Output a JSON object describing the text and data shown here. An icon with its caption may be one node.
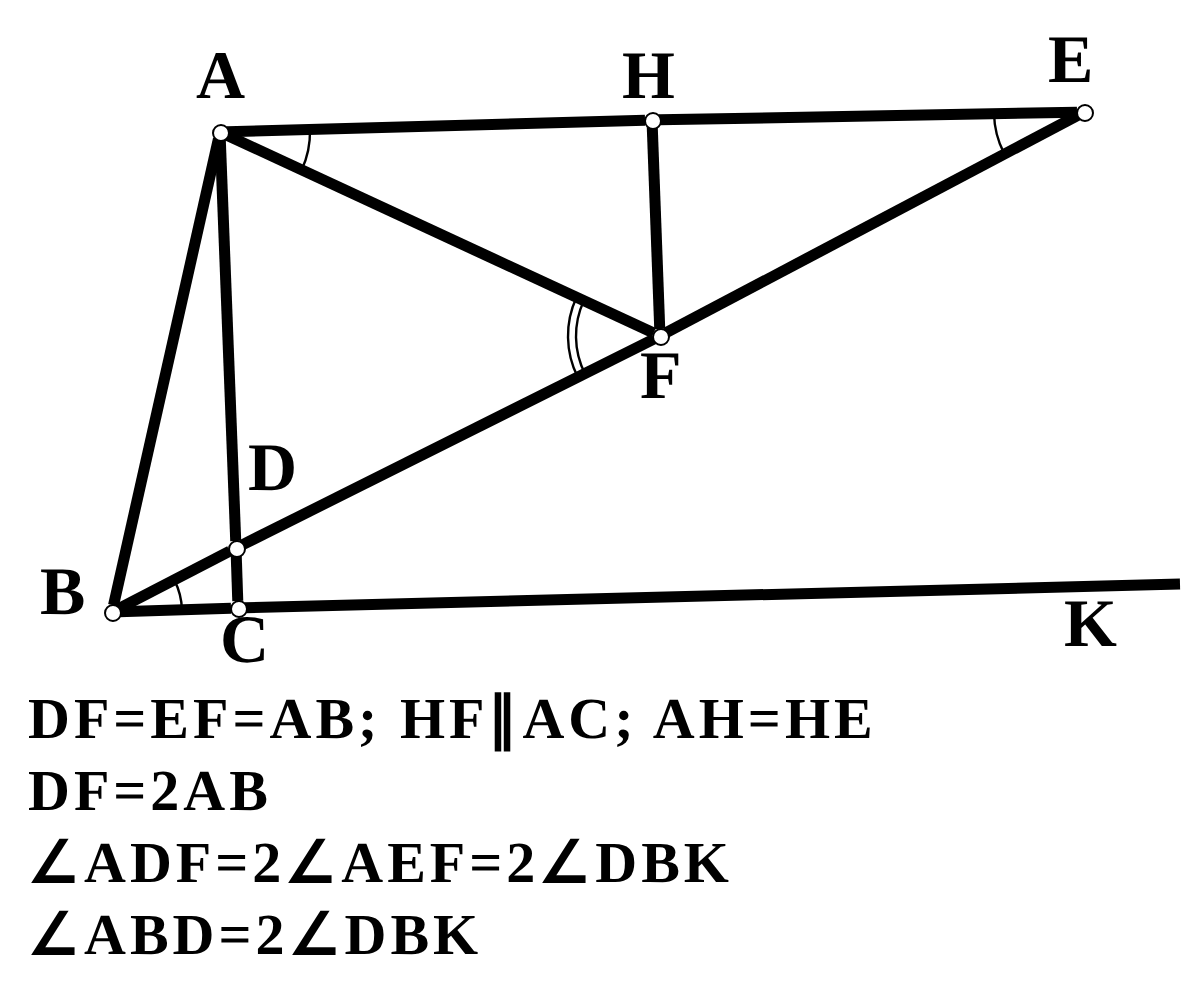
{
  "diagram": {
    "nodes": [
      {
        "text": [],
        "shape": "circle",
        "beside": [
          "A"
        ]
      },
      {
        "text": [],
        "shape": "circle",
        "beside": [
          "H"
        ]
      },
      {
        "text": [],
        "shape": "circle",
        "beside": [
          "E"
        ]
      },
      {
        "text": [],
        "shape": "circle",
        "beside": [
          "F"
        ]
      },
      {
        "text": [],
        "shape": "circle",
        "beside": [
          "D"
        ]
      },
      {
        "text": [],
        "shape": "circle",
        "beside": [
          "B"
        ]
      },
      {
        "text": [],
        "shape": "circle",
        "beside": [
          "C"
        ]
      }
    ],
    "edges": [
      {
        "from": 0,
        "to": 1,
        "arrow": "none"
      },
      {
        "from": 1,
        "to": 2,
        "arrow": "none"
      },
      {
        "from": 0,
        "to": 5,
        "arrow": "none"
      },
      {
        "from": 0,
        "to": 4,
        "arrow": "none"
      },
      {
        "from": 4,
        "to": 6,
        "arrow": "none"
      },
      {
        "from": 5,
        "to": 4,
        "arrow": "none"
      },
      {
        "from": 4,
        "to": 3,
        "arrow": "none"
      },
      {
        "from": 3,
        "to": 2,
        "arrow": "none"
      },
      {
        "from": 0,
        "to": 3,
        "arrow": "none"
      },
      {
        "from": 1,
        "to": 3,
        "arrow": "none"
      },
      {
        "from": 5,
        "to": 6,
        "arrow": "none"
      },
      {
        "from": 6,
        "to": null,
        "arrow": "none"
      }
    ],
    "labels": [
      "K",
      "DF=EF=AB; HF∥AC; AH=HE",
      "DF=2AB",
      "∠ADF=2∠AEF=2∠DBK",
      "∠ABD=2∠DBK"
    ]
  }
}
